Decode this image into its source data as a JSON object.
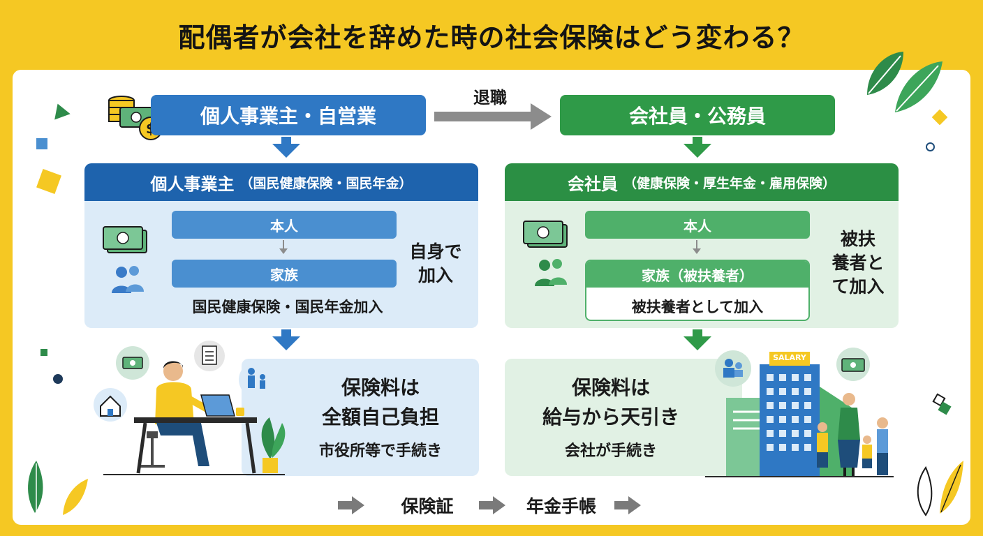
{
  "title": "配偶者が会社を辞めた時の社会保険はどう変わる？",
  "flow": {
    "left_top": "個人事業主・自営業",
    "arrow_label": "退職",
    "right_top": "会社員・公務員"
  },
  "left_box": {
    "head": "個人事業主",
    "head_sub": "（国民健康保険・国民年金）",
    "honin": "本人",
    "kazoku": "家族",
    "note": "国民健康保険・国民年金加入",
    "side": "自身で\n加入"
  },
  "right_box": {
    "head": "会社員",
    "head_sub": "（健康保険・厚生年金・雇用保険）",
    "honin": "本人",
    "kazoku": "家族（被扶養者）",
    "note": "被扶養者として加入",
    "side": "被扶\n養者と\nて加入"
  },
  "left_bottom": {
    "line1": "保険料は",
    "line2": "全額自己負担",
    "line3": "市役所等で手続き"
  },
  "right_bottom": {
    "line1": "保険料は",
    "line2": "給与から天引き",
    "line3": "会社が手続き",
    "building_sign": "SALARY"
  },
  "footer": {
    "item1": "保険証",
    "item2": "年金手帳"
  },
  "colors": {
    "background": "#f5c823",
    "blue": "#2f78c4",
    "green": "#2f9a48",
    "light_blue": "#dcebf8",
    "light_green": "#e1f1e4"
  },
  "icons": [
    "coins-money-icon",
    "cash-icon",
    "family-icon",
    "leaf-icon",
    "document-icon",
    "house-icon",
    "person-laptop-icon",
    "building-icon",
    "family-group-icon"
  ]
}
